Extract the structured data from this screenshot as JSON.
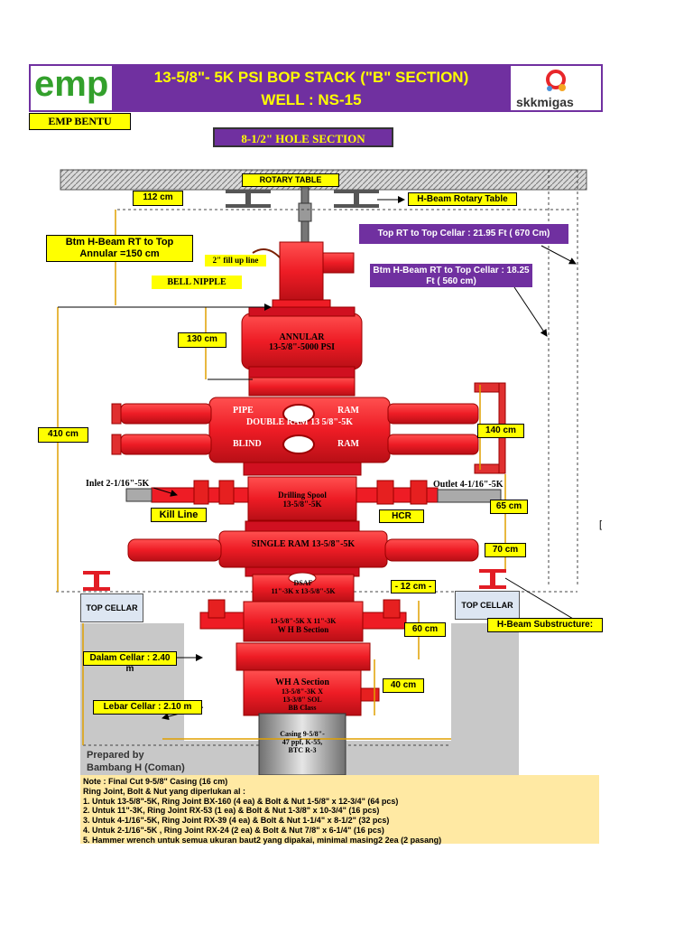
{
  "header": {
    "title_line1": "13-5/8\"- 5K PSI BOP STACK (\"B\" SECTION)",
    "title_line2": "WELL : NS-15",
    "logo_left": "emp",
    "logo_right": "skkmigas"
  },
  "location": "EMP BENTU",
  "section_title": "8-1/2\" HOLE SECTION",
  "labels": {
    "rotary_table": "ROTARY TABLE",
    "h_beam_rotary_table": "H-Beam Rotary Table",
    "dim_112": "112 cm",
    "btm_hbeam_annular": "Btm H-Beam RT to Top Annular =150 cm",
    "top_rt_cellar": "Top RT to Top Cellar : 21.95 Ft ( 670 Cm)",
    "btm_hbeam_cellar": "Btm H-Beam RT to Top Cellar : 18.25 Ft ( 560 cm)",
    "fill_up_line": "2\" fill up line",
    "bell_nipple": "BELL NIPPLE",
    "dim_130": "130 cm",
    "annular_line1": "ANNULAR",
    "annular_line2": "13-5/8\"-5000 PSI",
    "pipe": "PIPE",
    "ram_top": "RAM",
    "double_ram": "DOUBLE RAM 13 5/8\"-5K",
    "blind": "BLIND",
    "ram_bottom": "RAM",
    "dim_410": "410 cm",
    "dim_140": "140 cm",
    "inlet": "Inlet 2-1/16\"-5K",
    "outlet": "Outlet 4-1/16\"-5K",
    "drilling_spool_line1": "Drilling Spool",
    "drilling_spool_line2": "13-5/8\"-5K",
    "kill_line": "Kill Line",
    "hcr": "HCR",
    "dim_65": "65 cm",
    "single_ram": "SINGLE RAM 13-5/8\"-5K",
    "dim_70": "70 cm",
    "dsaf_line1": "DSAF",
    "dsaf_line2": "11\"-3K x 13-5/8\"-5K",
    "dim_12": "- 12 cm -",
    "top_cellar_left": "TOP CELLAR",
    "top_cellar_right": "TOP CELLAR",
    "hbeam_substructure": "H-Beam Substructure:",
    "whb_line1": "13-5/8\"-5K X 11\"-3K",
    "whb_line2": "W H B Section",
    "dim_60": "60 cm",
    "dalam_cellar": "Dalam Cellar : 2.40 m",
    "wha_line1": "WH A Section",
    "wha_line2": "13-5/8\"-3K X",
    "wha_line3": "13-3/8\" SOL",
    "wha_line4": "BB Class",
    "dim_40": "40 cm",
    "lebar_cellar": "Lebar Cellar : 2.10 m",
    "casing_line1": "Casing 9-5/8\"-",
    "casing_line2": "47 ppf, K-55,",
    "casing_line3": "BTC R-3",
    "prepared_by_line1": "Prepared by",
    "prepared_by_line2": "Bambang H (Coman)",
    "edge_mark": "["
  },
  "notes": [
    "Note : Final Cut 9-5/8\" Casing (16 cm)",
    "Ring Joint, Bolt & Nut yang diperlukan al :",
    "1. Untuk 13-5/8\"-5K, Ring Joint BX-160 (4 ea) & Bolt & Nut 1-5/8\" x 12-3/4\" (64 pcs)",
    "2. Untuk 11\"-3K, Ring Joint RX-53 (1 ea) & Bolt & Nut 1-3/8\" x 10-3/4\" (16 pcs)",
    "3. Untuk 4-1/16\"-5K, Ring Joint RX-39 (4 ea) & Bolt & Nut 1-1/4\" x 8-1/2\" (32 pcs)",
    "4. Untuk 2-1/16\"-5K , Ring Joint RX-24 (2 ea) & Bolt & Nut 7/8\" x 6-1/4\" (16 pcs)",
    "5. Hammer wrench untuk semua ukuran baut2 yang dipakai, minimal masing2 2ea (2 pasang)"
  ],
  "colors": {
    "bop_red": "#ee1c25",
    "header_purple": "#7030a0",
    "label_yellow": "#ffff00",
    "emp_green": "#33a02c",
    "cellar_gray": "#c8c8c8",
    "notes_bg": "#ffe9a3"
  }
}
